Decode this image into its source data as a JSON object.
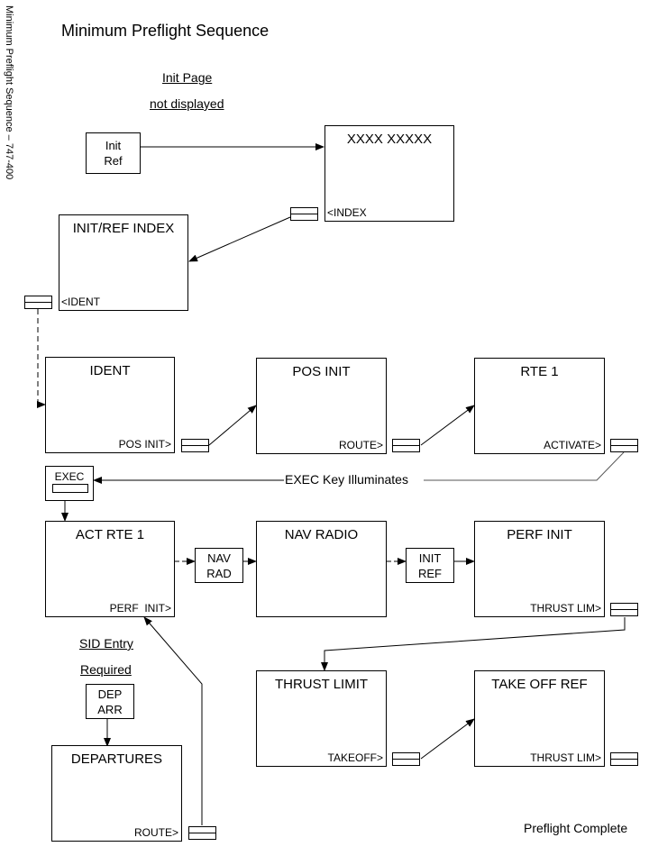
{
  "title": "Minimum Preflight Sequence",
  "side_title": "Minimum Preflight Sequence – 747-400",
  "notes": {
    "init_page_1": "Init Page",
    "init_page_2": "not displayed",
    "sid_1": "SID Entry",
    "sid_2": "Required",
    "exec_illuminates": "EXEC Key Illuminates",
    "complete": "Preflight Complete"
  },
  "keys": {
    "init_ref_top": [
      "Init",
      "Ref"
    ],
    "exec": "EXEC",
    "nav_rad": [
      "NAV",
      "RAD"
    ],
    "init_ref": [
      "INIT",
      "REF"
    ],
    "dep_arr": [
      "DEP",
      "ARR"
    ]
  },
  "pages": {
    "xxxx": {
      "title": "XXXX XXXXX",
      "lsk_left": "<INDEX"
    },
    "init_ref_index": {
      "title": "INIT/REF INDEX",
      "lsk_left": "<IDENT"
    },
    "ident": {
      "title": "IDENT",
      "lsk_right": "POS INIT>"
    },
    "pos_init": {
      "title": "POS INIT",
      "lsk_right": "ROUTE>"
    },
    "rte1": {
      "title": "RTE 1",
      "lsk_right": "ACTIVATE>"
    },
    "act_rte1": {
      "title": "ACT RTE 1",
      "lsk_right": "PERF  INIT>"
    },
    "nav_radio": {
      "title": "NAV RADIO"
    },
    "perf_init": {
      "title": "PERF INIT",
      "lsk_right": "THRUST LIM>"
    },
    "thrust_limit": {
      "title": "THRUST LIMIT",
      "lsk_right": "TAKEOFF>"
    },
    "takeoff_ref": {
      "title": "TAKE OFF REF",
      "lsk_right": "THRUST LIM>"
    },
    "departures": {
      "title": "DEPARTURES",
      "lsk_right": "ROUTE>"
    }
  }
}
